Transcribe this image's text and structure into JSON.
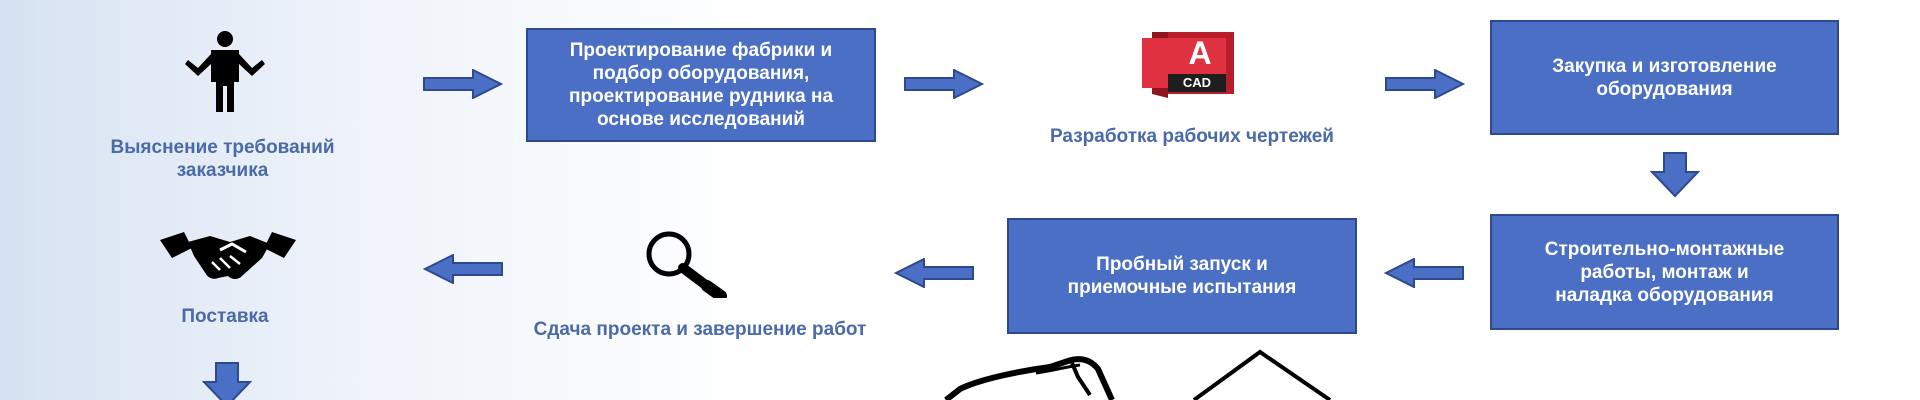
{
  "steps": {
    "customer_requirements": "Выяснение требований\nзаказчика",
    "factory_design": "Проектирование фабрики и\nподбор оборудования,\nпроектирование рудника на\nоснове исследований",
    "working_drawings": "Разработка рабочих чертежей",
    "procurement": "Закупка и изготовление\nоборудования",
    "construction": "Строительно-монтажные\nработы, монтаж и\nналадка оборудования",
    "trial_run": "Пробный запуск и\nприемочные испытания",
    "handover": "Сдача проекта и завершение работ",
    "delivery": "Поставка"
  },
  "cad_logo": {
    "letter": "A",
    "label": "CAD"
  },
  "colors": {
    "box_fill": "#4a6fc4",
    "box_border": "#2e4a8f",
    "arrow_fill": "#4a6fc4",
    "caption_text": "#4a6aa8"
  }
}
